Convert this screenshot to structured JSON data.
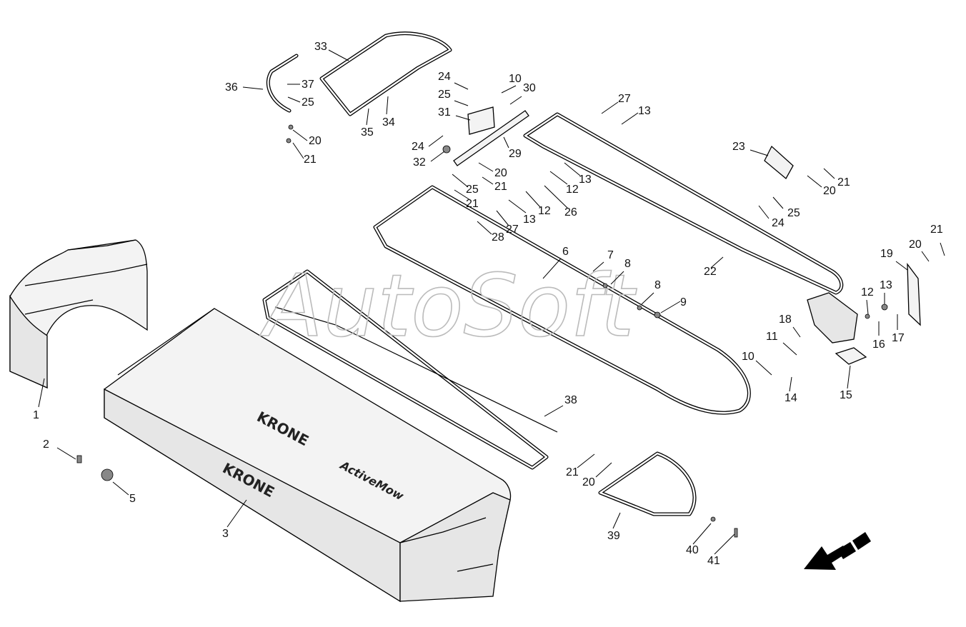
{
  "watermark": "AutoSoft",
  "brand": {
    "logo_text_1": "KRONE",
    "logo_text_2": "KRONE",
    "model_text": "ActiveMow"
  },
  "callouts": [
    {
      "id": "c33",
      "label": "33"
    },
    {
      "id": "c36",
      "label": "36"
    },
    {
      "id": "c37",
      "label": "37"
    },
    {
      "id": "c25a",
      "label": "25"
    },
    {
      "id": "c35",
      "label": "35"
    },
    {
      "id": "c34",
      "label": "34"
    },
    {
      "id": "c20a",
      "label": "20"
    },
    {
      "id": "c21a",
      "label": "21"
    },
    {
      "id": "c24a",
      "label": "24"
    },
    {
      "id": "c10a",
      "label": "10"
    },
    {
      "id": "c25b",
      "label": "25"
    },
    {
      "id": "c30",
      "label": "30"
    },
    {
      "id": "c31",
      "label": "31"
    },
    {
      "id": "c24b",
      "label": "24"
    },
    {
      "id": "c32",
      "label": "32"
    },
    {
      "id": "c29",
      "label": "29"
    },
    {
      "id": "c20b",
      "label": "20"
    },
    {
      "id": "c25c",
      "label": "25"
    },
    {
      "id": "c21b",
      "label": "21"
    },
    {
      "id": "c21c",
      "label": "21"
    },
    {
      "id": "c27a",
      "label": "27"
    },
    {
      "id": "c13a",
      "label": "13"
    },
    {
      "id": "c13b",
      "label": "13"
    },
    {
      "id": "c12a",
      "label": "12"
    },
    {
      "id": "c26",
      "label": "26"
    },
    {
      "id": "c13c",
      "label": "13"
    },
    {
      "id": "c12b",
      "label": "12"
    },
    {
      "id": "c27b",
      "label": "27"
    },
    {
      "id": "c28",
      "label": "28"
    },
    {
      "id": "c23",
      "label": "23"
    },
    {
      "id": "c21d",
      "label": "21"
    },
    {
      "id": "c20c",
      "label": "20"
    },
    {
      "id": "c25d",
      "label": "25"
    },
    {
      "id": "c24c",
      "label": "24"
    },
    {
      "id": "c6",
      "label": "6"
    },
    {
      "id": "c7",
      "label": "7"
    },
    {
      "id": "c8a",
      "label": "8"
    },
    {
      "id": "c8b",
      "label": "8"
    },
    {
      "id": "c9",
      "label": "9"
    },
    {
      "id": "c22",
      "label": "22"
    },
    {
      "id": "c21e",
      "label": "21"
    },
    {
      "id": "c19",
      "label": "19"
    },
    {
      "id": "c20d",
      "label": "20"
    },
    {
      "id": "c12c",
      "label": "12"
    },
    {
      "id": "c13d",
      "label": "13"
    },
    {
      "id": "c18",
      "label": "18"
    },
    {
      "id": "c16",
      "label": "16"
    },
    {
      "id": "c17",
      "label": "17"
    },
    {
      "id": "c11",
      "label": "11"
    },
    {
      "id": "c10b",
      "label": "10"
    },
    {
      "id": "c14",
      "label": "14"
    },
    {
      "id": "c15",
      "label": "15"
    },
    {
      "id": "c1",
      "label": "1"
    },
    {
      "id": "c2",
      "label": "2"
    },
    {
      "id": "c5",
      "label": "5"
    },
    {
      "id": "c3",
      "label": "3"
    },
    {
      "id": "c38",
      "label": "38"
    },
    {
      "id": "c21f",
      "label": "21"
    },
    {
      "id": "c20e",
      "label": "20"
    },
    {
      "id": "c39",
      "label": "39"
    },
    {
      "id": "c40",
      "label": "40"
    },
    {
      "id": "c41",
      "label": "41"
    }
  ]
}
